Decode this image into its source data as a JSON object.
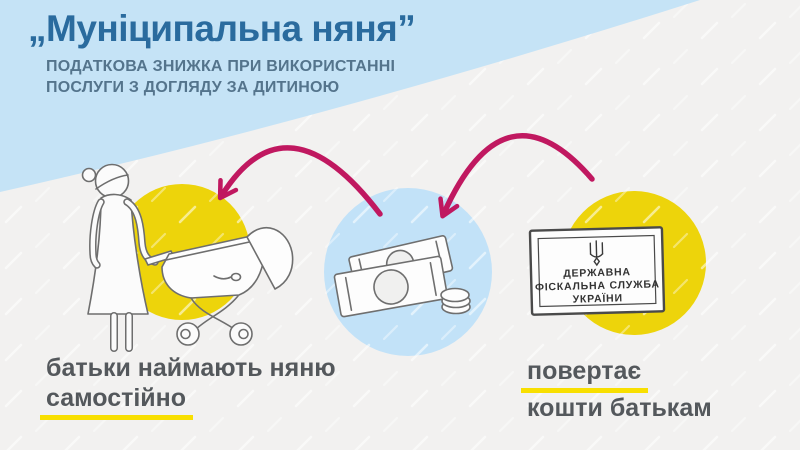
{
  "header": {
    "title": "„Муніципальна няня”",
    "subtitle_line1": "ПОДАТКОВА ЗНИЖКА ПРИ ВИКОРИСТАННІ",
    "subtitle_line2": "ПОСЛУГИ З ДОГЛЯДУ ЗА ДИТИНОЮ"
  },
  "sign": {
    "line1": "ДЕРЖАВНА",
    "line2": "ФІСКАЛЬНА СЛУЖБА",
    "line3": "УКРАЇНИ"
  },
  "labels": {
    "left_line1": "батьки наймають няню",
    "left_line2": "самостійно",
    "right_line1": "повертає",
    "right_line2": "кошти батькам"
  },
  "icons": {
    "left": "mother-with-pram-icon",
    "center": "banknotes-coins-icon",
    "right": "fiscal-service-sign-icon",
    "emblem": "trident-emblem-icon",
    "arrows": "curved-arrow-icon"
  },
  "colors": {
    "title_blue": "#2A6B9E",
    "subtitle_blue": "#54748C",
    "background_blue": "#C5E3F6",
    "panel_gray": "#F2F1F0",
    "circle_blue": "#C2E2F8",
    "circle_yellow": "#EDD40B",
    "underline_yellow": "#F8DF00",
    "arrow_crimson": "#C01860",
    "caption_gray": "#54585C",
    "sketch_stroke": "#6E6E6E"
  }
}
